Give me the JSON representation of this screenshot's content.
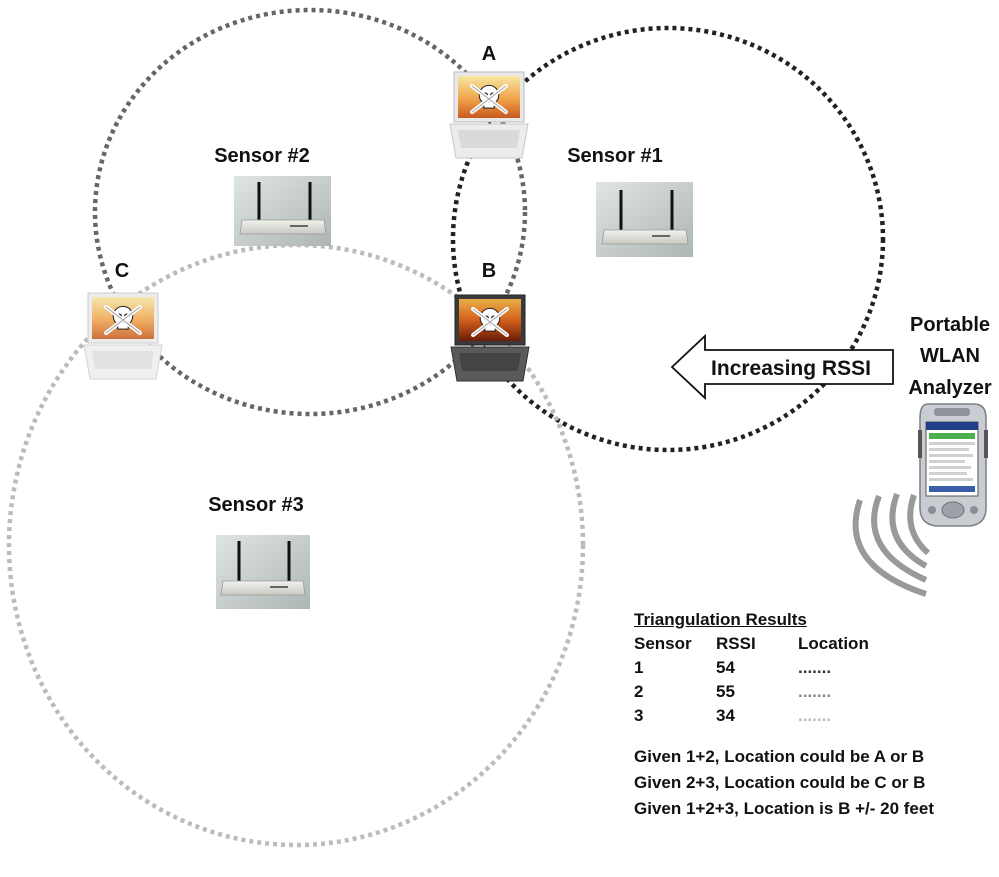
{
  "points": {
    "a": "A",
    "b": "B",
    "c": "C"
  },
  "sensors": [
    {
      "label": "Sensor #1",
      "icon": "wireless-router-icon"
    },
    {
      "label": "Sensor #2",
      "icon": "wireless-router-icon"
    },
    {
      "label": "Sensor #3",
      "icon": "wireless-router-icon"
    }
  ],
  "arrow": {
    "label": "Increasing RSSI",
    "icon": "left-arrow-icon"
  },
  "analyzer": {
    "label_lines": [
      "Portable",
      "WLAN",
      "Analyzer"
    ],
    "icon": "pda-device-icon"
  },
  "laptop_icon": "skull-laptop-icon",
  "results": {
    "title": "Triangulation Results",
    "headers": [
      "Sensor",
      "RSSI",
      "Location"
    ],
    "rows": [
      {
        "sensor": "1",
        "rssi": "54",
        "location": "......."
      },
      {
        "sensor": "2",
        "rssi": "55",
        "location": "......."
      },
      {
        "sensor": "3",
        "rssi": "34",
        "location": "......."
      }
    ],
    "conclusions": [
      "Given 1+2, Location could be A or B",
      "Given 2+3, Location could be C or B",
      "Given 1+2+3, Location is B +/- 20 feet"
    ]
  },
  "colors": {
    "circle_sensor1": "#222222",
    "circle_sensor2": "#666666",
    "circle_sensor3": "#bbbbbb"
  }
}
